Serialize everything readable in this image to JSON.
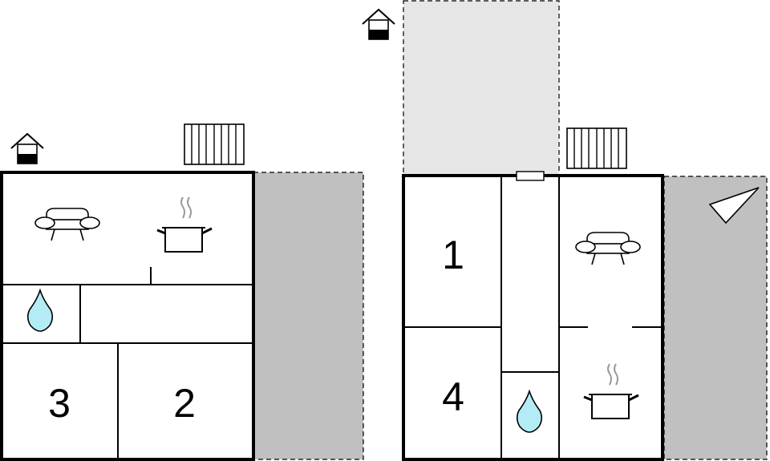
{
  "colors": {
    "wall": "#000000",
    "background": "#ffffff",
    "terrace": "#c0c0c0",
    "garden": "#e6e6e6",
    "water": "#b3ecf4",
    "steam": "#999999"
  },
  "plan_left": {
    "rooms": [
      {
        "label": "3",
        "kind": "bedroom"
      },
      {
        "label": "2",
        "kind": "bedroom"
      }
    ],
    "icons": [
      "house-entrance-icon",
      "radiator-icon",
      "sofa-icon",
      "cooking-pot-icon",
      "water-drop-icon"
    ],
    "terrace": "terrace-area"
  },
  "plan_right": {
    "rooms": [
      {
        "label": "1",
        "kind": "bedroom"
      },
      {
        "label": "4",
        "kind": "bedroom"
      }
    ],
    "icons": [
      "house-entrance-icon",
      "radiator-icon",
      "sofa-icon",
      "cooking-pot-icon",
      "water-drop-icon",
      "compass-arrow-icon"
    ],
    "terrace": "terrace-area",
    "garden": "garden-area"
  }
}
